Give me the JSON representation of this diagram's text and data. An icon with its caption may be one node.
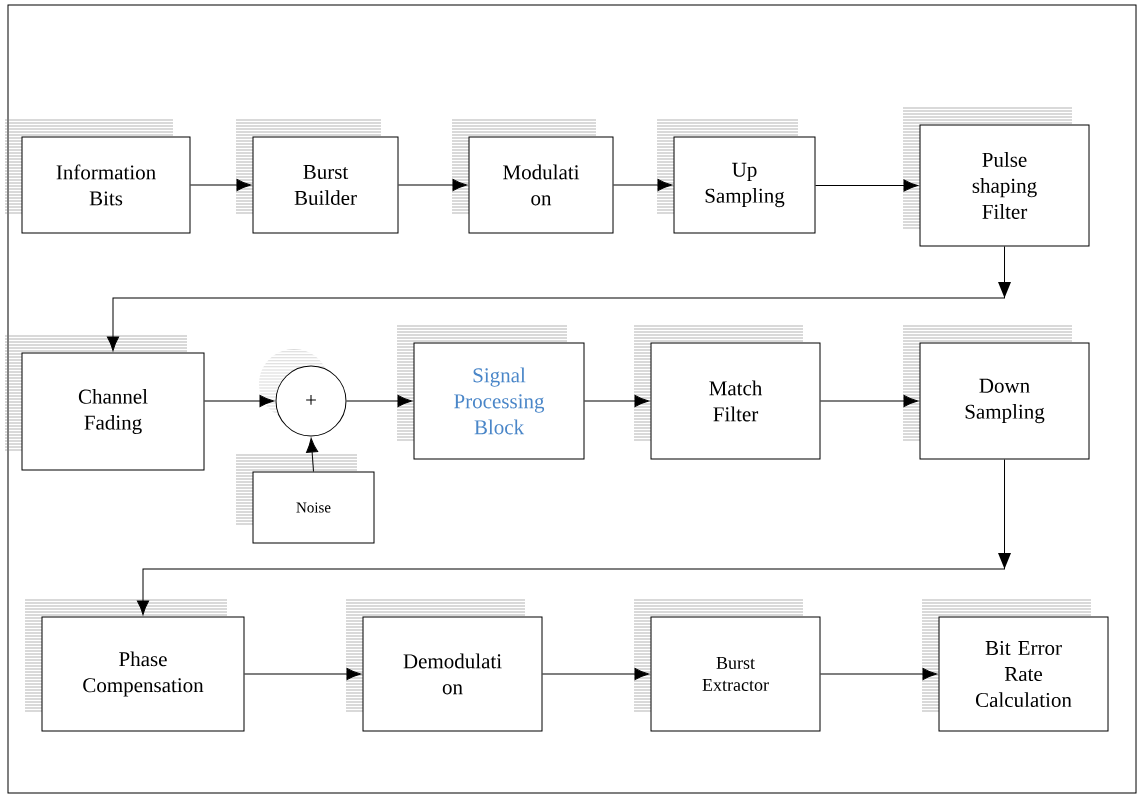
{
  "diagram": {
    "nodes": [
      {
        "text": [
          "Information Bits"
        ]
      },
      {
        "text": [
          "Burst Builder"
        ]
      },
      {
        "text": [
          "Modulati on"
        ]
      },
      {
        "text": [
          "Up Sampling"
        ]
      },
      {
        "text": [
          "Pulse shaping Filter"
        ]
      },
      {
        "text": [
          "Channel Fading"
        ]
      },
      {
        "text": [
          "+"
        ]
      },
      {
        "text": [
          "Signal Processing Block"
        ]
      },
      {
        "text": [
          "Match Filter"
        ]
      },
      {
        "text": [
          "Down Sampling"
        ]
      },
      {
        "text": [
          "Noise"
        ]
      },
      {
        "text": [
          "Phase Compensation"
        ]
      },
      {
        "text": [
          "Demodulati on"
        ]
      },
      {
        "text": [
          "Burst Extractor"
        ]
      },
      {
        "text": [
          "Bit Error Rate Calculation"
        ]
      }
    ],
    "edges": [
      {
        "from": 0,
        "to": 1,
        "arrow": "to"
      },
      {
        "from": 1,
        "to": 2,
        "arrow": "to"
      },
      {
        "from": 2,
        "to": 3,
        "arrow": "to"
      },
      {
        "from": 3,
        "to": 4,
        "arrow": "to"
      },
      {
        "from": 4,
        "to": 5,
        "arrow": "to"
      },
      {
        "from": 5,
        "to": 6,
        "arrow": "to"
      },
      {
        "from": 10,
        "to": 6,
        "arrow": "to"
      },
      {
        "from": 6,
        "to": 7,
        "arrow": "to"
      },
      {
        "from": 7,
        "to": 8,
        "arrow": "to"
      },
      {
        "from": 8,
        "to": 9,
        "arrow": "to"
      },
      {
        "from": 9,
        "to": 11,
        "arrow": "to"
      },
      {
        "from": 11,
        "to": 12,
        "arrow": "to"
      },
      {
        "from": 12,
        "to": 13,
        "arrow": "to"
      },
      {
        "from": 13,
        "to": 14,
        "arrow": "to"
      }
    ]
  }
}
